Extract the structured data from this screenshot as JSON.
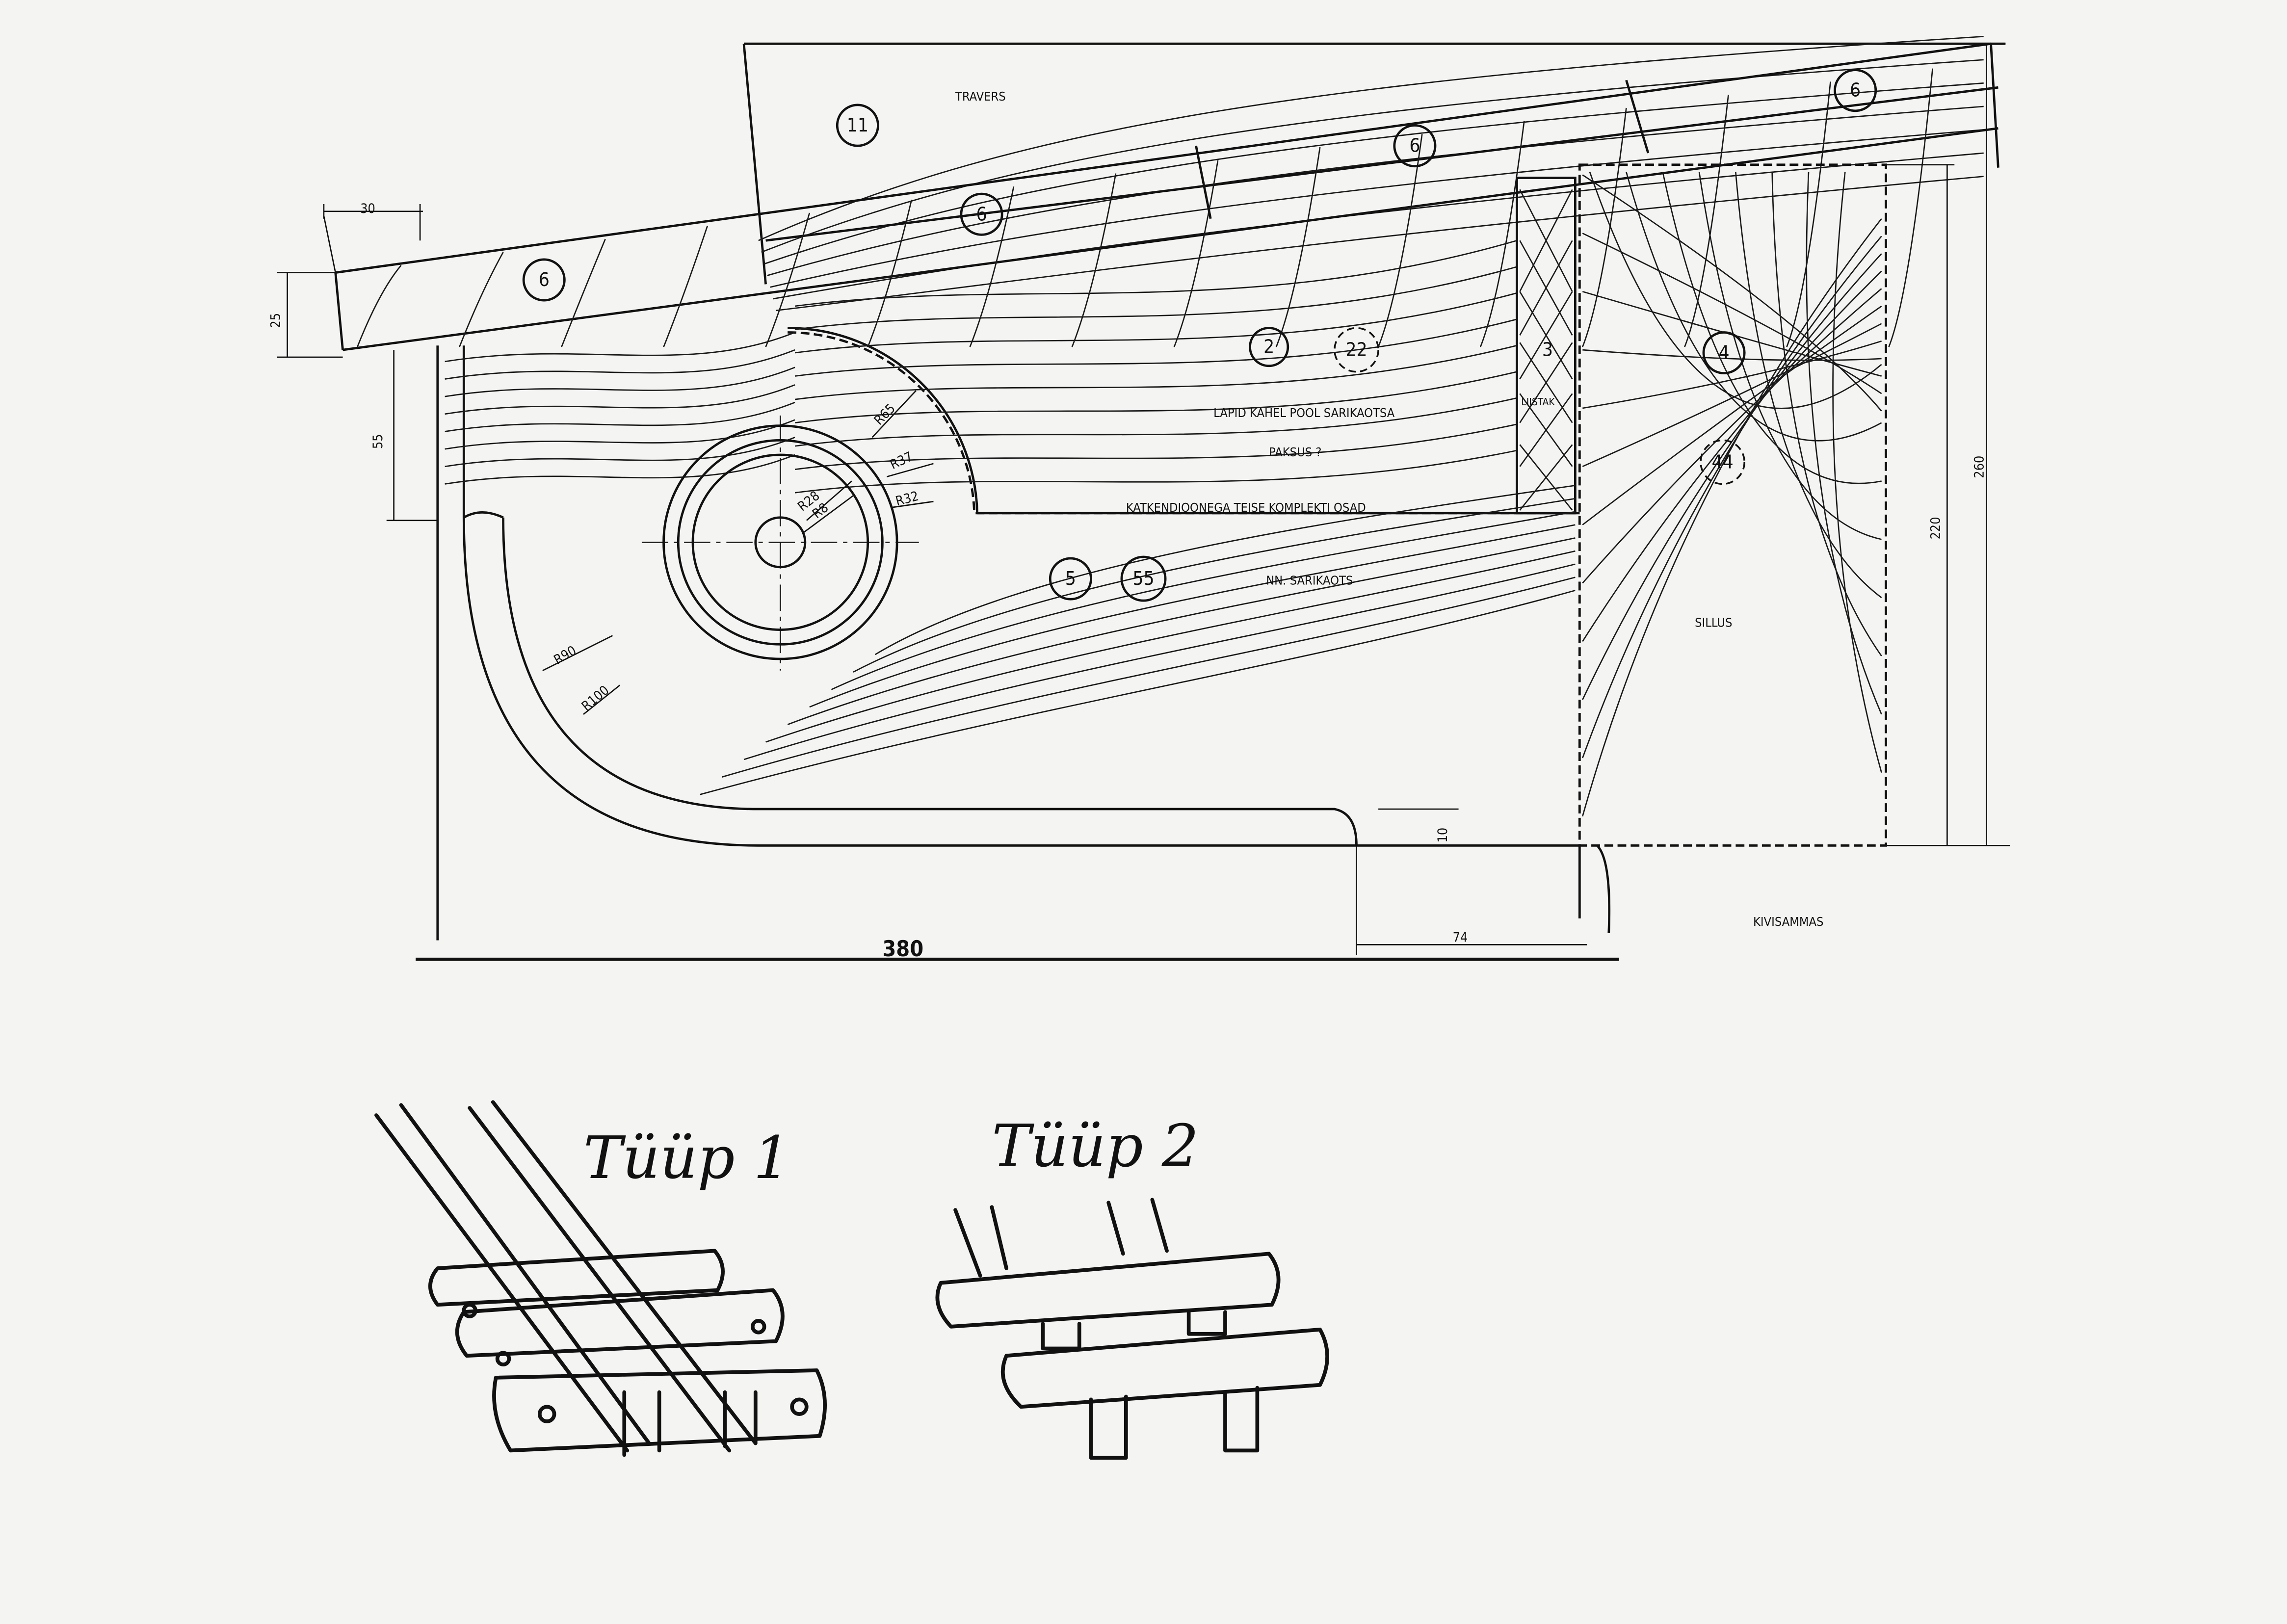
{
  "drawing": {
    "labels": {
      "travers": "TRAVERS",
      "lapid": "LAPID KAHEL POOL SARIKAOTSA",
      "paksus": "PAKSUS  ?",
      "katkend": "KATKENDJOONEGA  TEISE  KOMPLEKTI  OSAD",
      "liistak": "LIISTAK",
      "sarikaots": "NN.  SARIKAOTS",
      "sillus": "SILLUS",
      "kivisammas": "KIVISAMMAS"
    },
    "part_numbers": {
      "travers": "11",
      "rafter_left": "6",
      "rafter_mid": "6",
      "rafter_upper": "6",
      "rafter_right": "6",
      "block": "2",
      "block_other": "22",
      "liistak": "3",
      "sillus": "4",
      "sillus_other": "44",
      "sarikaots": "5",
      "sarikaots_other": "55"
    },
    "radii": {
      "r65": "R65",
      "r37": "R37",
      "r32": "R32",
      "r28": "R28",
      "r8": "R8",
      "r90": "R90",
      "r100": "R100"
    },
    "dimensions": {
      "d30": "30",
      "d25": "25",
      "d55": "55",
      "d10": "10",
      "d74": "74",
      "d380": "380",
      "d220": "220",
      "d260": "260"
    },
    "sketches": {
      "type1": "Tüüp 1",
      "type2": "Tüüp 2"
    }
  }
}
